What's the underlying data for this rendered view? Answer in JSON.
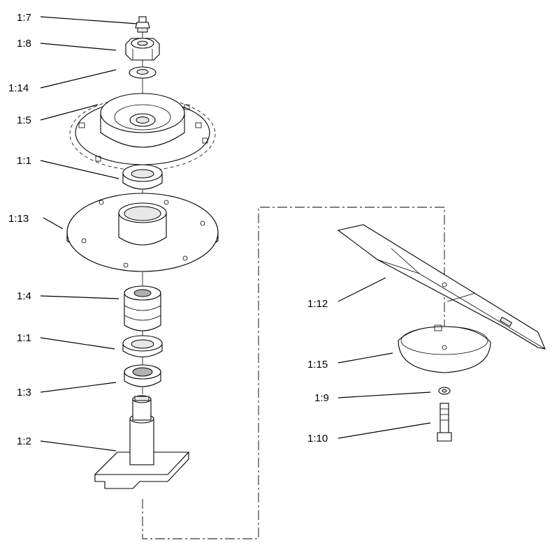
{
  "labels": {
    "l1_7": "1:7",
    "l1_8": "1:8",
    "l1_14": "1:14",
    "l1_5": "1:5",
    "l1_1a": "1:1",
    "l1_13": "1:13",
    "l1_4": "1:4",
    "l1_1b": "1:1",
    "l1_3": "1:3",
    "l1_2": "1:2",
    "l1_12": "1:12",
    "l1_15": "1:15",
    "l1_9": "1:9",
    "l1_10": "1:10"
  }
}
